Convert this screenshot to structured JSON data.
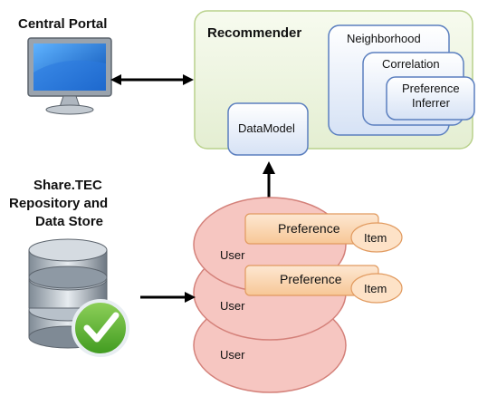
{
  "central_portal": {
    "label": "Central Portal"
  },
  "repository": {
    "line1": "Share.TEC",
    "line2": "Repository and",
    "line3": "Data Store"
  },
  "recommender": {
    "title": "Recommender",
    "neighborhood": "Neighborhood",
    "correlation": "Correlation",
    "preference_inferrer_line1": "Preference",
    "preference_inferrer_line2": "Inferrer",
    "datamodel": "DataModel"
  },
  "users": {
    "user_label": "User",
    "preference_label": "Preference",
    "item_label": "Item"
  },
  "colors": {
    "recommender_fill": "#eef5e3",
    "recommender_border": "#b9d18c",
    "blue_box_fill": "#e9f0fb",
    "blue_box_border": "#5b7fbf",
    "user_fill": "#f6c6c1",
    "user_border": "#d4817a",
    "preference_fill": "#fbd9b8",
    "preference_border": "#e19a5f",
    "item_fill": "#fde2c7",
    "item_border": "#e19a5f"
  }
}
